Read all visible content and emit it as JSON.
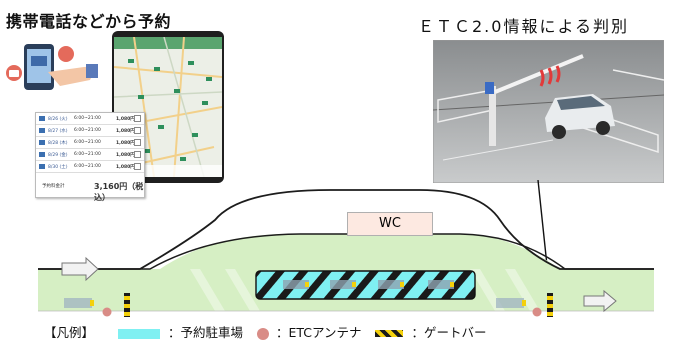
{
  "titles": {
    "left": "携帯電話などから予約",
    "right": "ＥＴＣ2.0情報による判別"
  },
  "reservation_table": {
    "rows": [
      {
        "date": "8/26 (火)",
        "time": "6:00~21:00",
        "price": "1,080円"
      },
      {
        "date": "8/27 (水)",
        "time": "6:00~21:00",
        "price": "1,080円"
      },
      {
        "date": "8/28 (木)",
        "time": "6:00~21:00",
        "price": "1,080円"
      },
      {
        "date": "8/29 (金)",
        "time": "6:00~21:00",
        "price": "1,080円"
      },
      {
        "date": "8/30 (土)",
        "time": "6:00~21:00",
        "price": "1,080円"
      }
    ],
    "total_label": "予約料金計",
    "total_value": "3,160円（税込）"
  },
  "facility": {
    "wc_label": "WC"
  },
  "legend": {
    "bracket": "【凡例】",
    "reserved_parking": "：予約駐車場",
    "etc_antenna": "：ETCアンテナ",
    "gate_bar": "：ゲートバー"
  },
  "colors": {
    "road_green": "#d6efc4",
    "reserved_cyan": "#7ff0f2",
    "antenna_pink": "#d98c86",
    "gate_yellow": "#f4d10c",
    "wc_fill": "#fde9e1"
  }
}
